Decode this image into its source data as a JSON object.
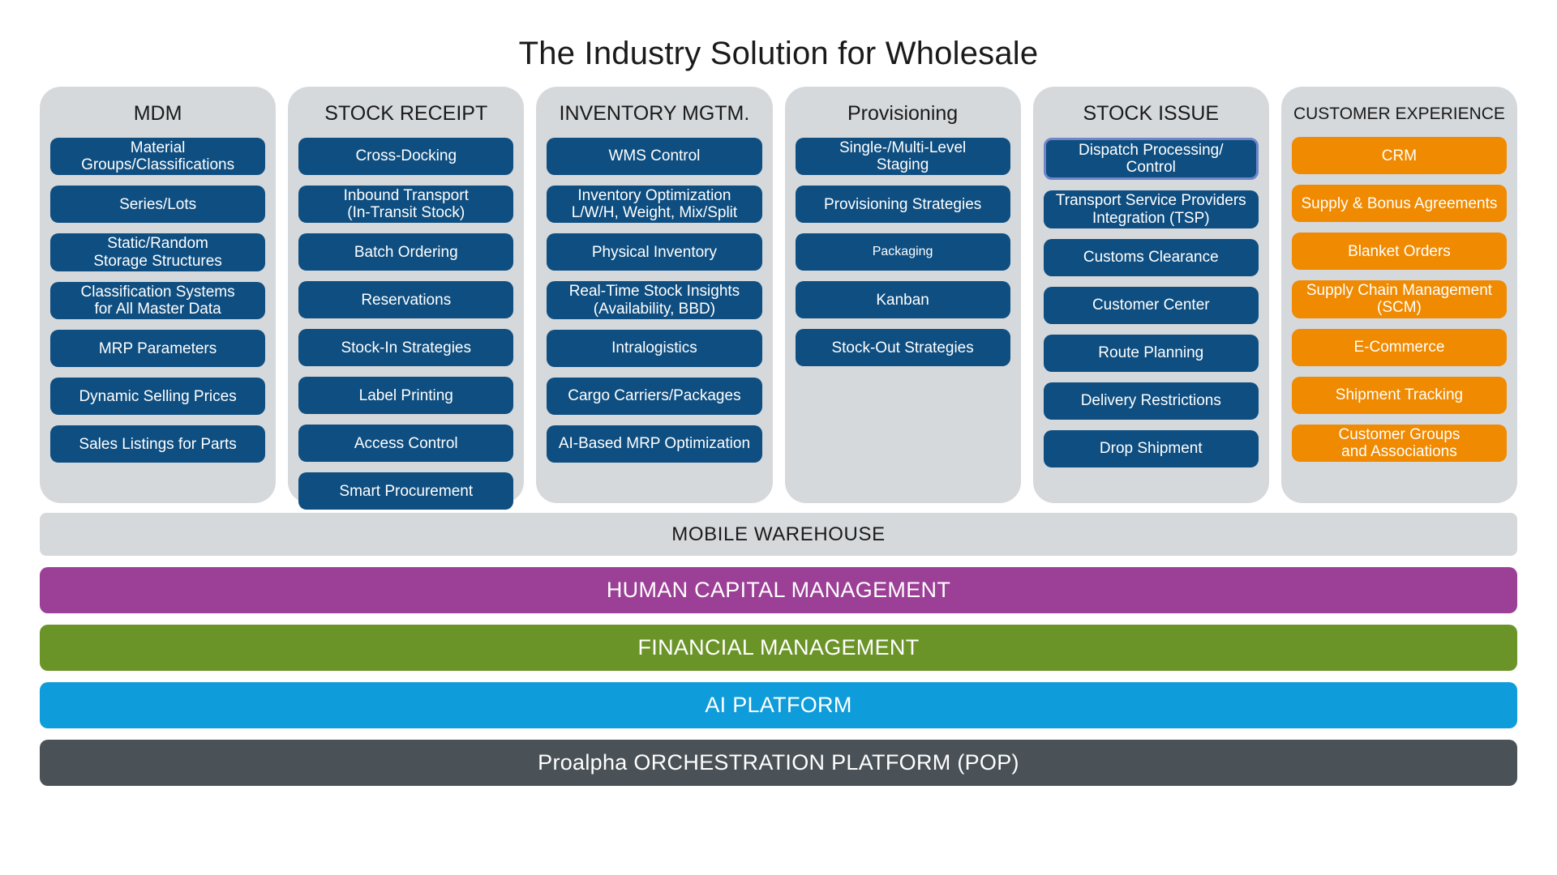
{
  "title": "The Industry Solution for Wholesale",
  "colors": {
    "panel_background": "#d6d9dc",
    "item_blue": "#0e4e80",
    "item_orange": "#f08a00",
    "highlight_border": "#7186c9",
    "bar_purple": "#9c3f96",
    "bar_green": "#6b9428",
    "bar_cyan": "#0f9cda",
    "bar_dark": "#4a5258"
  },
  "columns": [
    {
      "header": "MDM",
      "accent": "blue",
      "items": [
        {
          "label": "Material\nGroups/Classifications"
        },
        {
          "label": "Series/Lots"
        },
        {
          "label": "Static/Random\nStorage Structures"
        },
        {
          "label": "Classification Systems\nfor All Master Data"
        },
        {
          "label": "MRP Parameters"
        },
        {
          "label": "Dynamic Selling Prices"
        },
        {
          "label": "Sales Listings for Parts"
        }
      ]
    },
    {
      "header": "STOCK RECEIPT",
      "accent": "blue",
      "items": [
        {
          "label": "Cross-Docking"
        },
        {
          "label": "Inbound Transport\n(In-Transit Stock)"
        },
        {
          "label": "Batch Ordering"
        },
        {
          "label": "Reservations"
        },
        {
          "label": "Stock-In Strategies"
        },
        {
          "label": "Label Printing"
        },
        {
          "label": "Access Control"
        },
        {
          "label": "Smart Procurement"
        }
      ]
    },
    {
      "header": "INVENTORY MGTM.",
      "accent": "blue",
      "items": [
        {
          "label": "WMS Control"
        },
        {
          "label": "Inventory Optimization\nL/W/H, Weight, Mix/Split"
        },
        {
          "label": "Physical Inventory"
        },
        {
          "label": "Real-Time Stock Insights\n(Availability, BBD)"
        },
        {
          "label": "Intralogistics"
        },
        {
          "label": "Cargo Carriers/Packages"
        },
        {
          "label": "AI-Based MRP Optimization"
        }
      ]
    },
    {
      "header": "Provisioning",
      "accent": "blue",
      "items": [
        {
          "label": "Single-/Multi-Level\nStaging"
        },
        {
          "label": "Provisioning Strategies"
        },
        {
          "label": "Packaging",
          "small": true
        },
        {
          "label": "Kanban"
        },
        {
          "label": "Stock-Out Strategies"
        }
      ]
    },
    {
      "header": "STOCK ISSUE",
      "accent": "blue",
      "items": [
        {
          "label": "Dispatch Processing/\nControl",
          "highlight": true
        },
        {
          "label": "Transport Service Providers\nIntegration (TSP)"
        },
        {
          "label": "Customs Clearance"
        },
        {
          "label": "Customer Center"
        },
        {
          "label": "Route Planning"
        },
        {
          "label": "Delivery Restrictions"
        },
        {
          "label": "Drop Shipment"
        }
      ]
    },
    {
      "header": "CUSTOMER EXPERIENCE",
      "header_small": true,
      "accent": "orange",
      "items": [
        {
          "label": "CRM"
        },
        {
          "label": "Supply & Bonus Agreements"
        },
        {
          "label": "Blanket Orders"
        },
        {
          "label": "Supply Chain Management\n(SCM)"
        },
        {
          "label": "E-Commerce"
        },
        {
          "label": "Shipment Tracking"
        },
        {
          "label": "Customer Groups\nand Associations"
        }
      ]
    }
  ],
  "bars": [
    {
      "label": "MOBILE WAREHOUSE",
      "style": "gray"
    },
    {
      "label": "HUMAN CAPITAL MANAGEMENT",
      "style": "purple"
    },
    {
      "label": "FINANCIAL MANAGEMENT",
      "style": "green"
    },
    {
      "label": "AI PLATFORM",
      "style": "cyan"
    },
    {
      "label": "Proalpha ORCHESTRATION PLATFORM (POP)",
      "style": "dark"
    }
  ]
}
